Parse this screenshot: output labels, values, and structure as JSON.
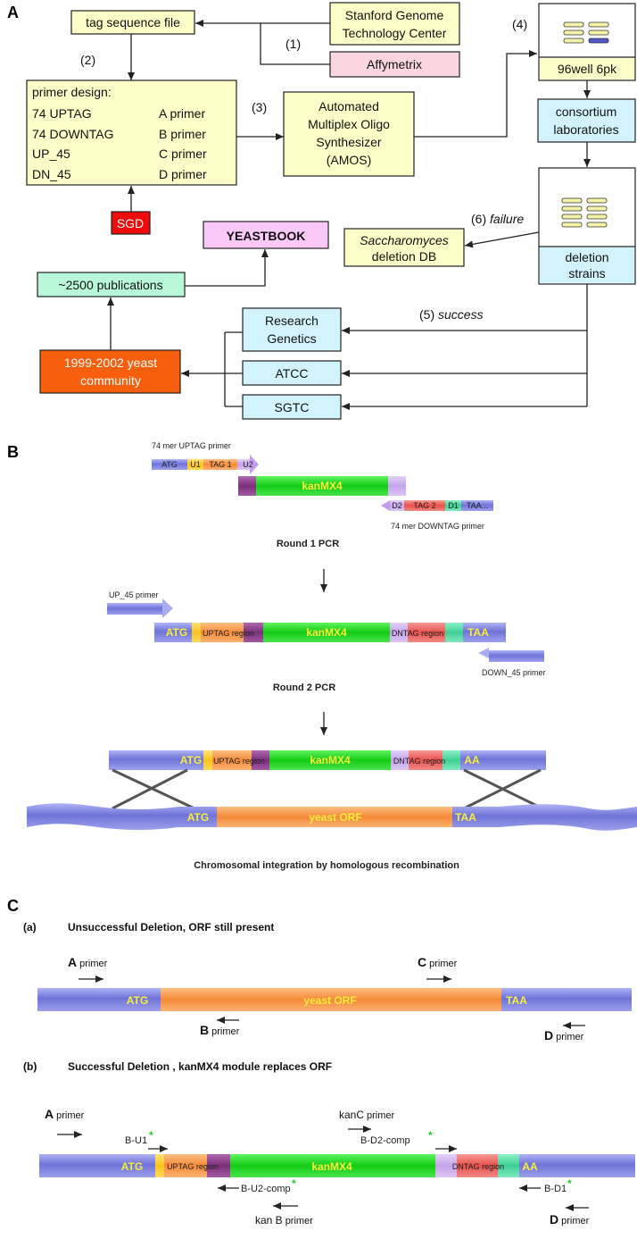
{
  "panels": {
    "a": "A",
    "b": "B",
    "c": "C"
  },
  "panel_a": {
    "tag_file": "tag sequence file",
    "stanford_line1": "Stanford Genome",
    "stanford_line2": "Technology Center",
    "affymetrix": "Affymetrix",
    "step1": "(1)",
    "step2": "(2)",
    "step3": "(3)",
    "step4": "(4)",
    "step5_num": "(5)",
    "step5_word": "success",
    "step6_num": "(6)",
    "step6_word": "failure",
    "primer_design": {
      "title": "primer design:",
      "rows": [
        {
          "left": "74 UPTAG",
          "right": "A primer"
        },
        {
          "left": "74 DOWNTAG",
          "right": "B primer"
        },
        {
          "left": "UP_45",
          "right": "C primer"
        },
        {
          "left": "DN_45",
          "right": "D primer"
        }
      ]
    },
    "amos": [
      "Automated",
      "Multiplex Oligo",
      "Synthesizer",
      "(AMOS)"
    ],
    "plate_label": "96well 6pk",
    "consortium": [
      "consortium",
      "laboratories"
    ],
    "deletion_strains": [
      "deletion",
      "strains"
    ],
    "saccharomyces_db": [
      "Saccharomyces",
      "deletion DB"
    ],
    "sgd": "SGD",
    "yeastbook": "YEASTBOOK",
    "publications": "~2500 publications",
    "community": [
      "1999-2002 yeast",
      "community"
    ],
    "research_genetics": [
      "Research",
      "Genetics"
    ],
    "atcc": "ATCC",
    "sgtc": "SGTC"
  },
  "panel_b": {
    "uptag_primer_label": "74 mer UPTAG primer",
    "uptag_primer_segments": [
      "ATG",
      "U1",
      "TAG 1",
      "U2"
    ],
    "kanmx4": "kanMX4",
    "downtag_primer_segments": [
      "D2",
      "TAG 2",
      "D1",
      "TAA..."
    ],
    "downtag_primer_label": "74 mer DOWNTAG primer",
    "round1": "Round 1 PCR",
    "up45_label": "UP_45 primer",
    "atg": "ATG",
    "uptag_region": "UPTAG region",
    "dntag_region": "DNTAG region",
    "taa": "TAA",
    "aa": "AA",
    "down45_label": "DOWN_45 primer",
    "round2": "Round 2 PCR",
    "yeast_orf": "yeast ORF",
    "caption": "Chromosomal integration by homologous recombination"
  },
  "panel_c": {
    "a_label": "(a)",
    "a_title": "Unsuccessful Deletion, ORF still present",
    "b_label": "(b)",
    "b_title": "Successful Deletion , kanMX4 module replaces ORF",
    "primer_word": "primer",
    "letters": {
      "a": "A",
      "b": "B",
      "c": "C",
      "d": "D"
    },
    "kanc": "kanC",
    "kanb": "kan B",
    "b_u1": "B-U1",
    "b_u2": "B-U2-comp",
    "b_d2": "B-D2-comp",
    "b_d1": "B-D1",
    "star": "*"
  },
  "colors": {
    "blue": "#7b7fe0",
    "orange": "#f7a35a",
    "purple": "#8a3c8a",
    "green": "#19d31a",
    "lavender": "#c9a8ec",
    "red": "#ee5a55",
    "teal": "#55d6a3",
    "star": "#22cc22"
  }
}
